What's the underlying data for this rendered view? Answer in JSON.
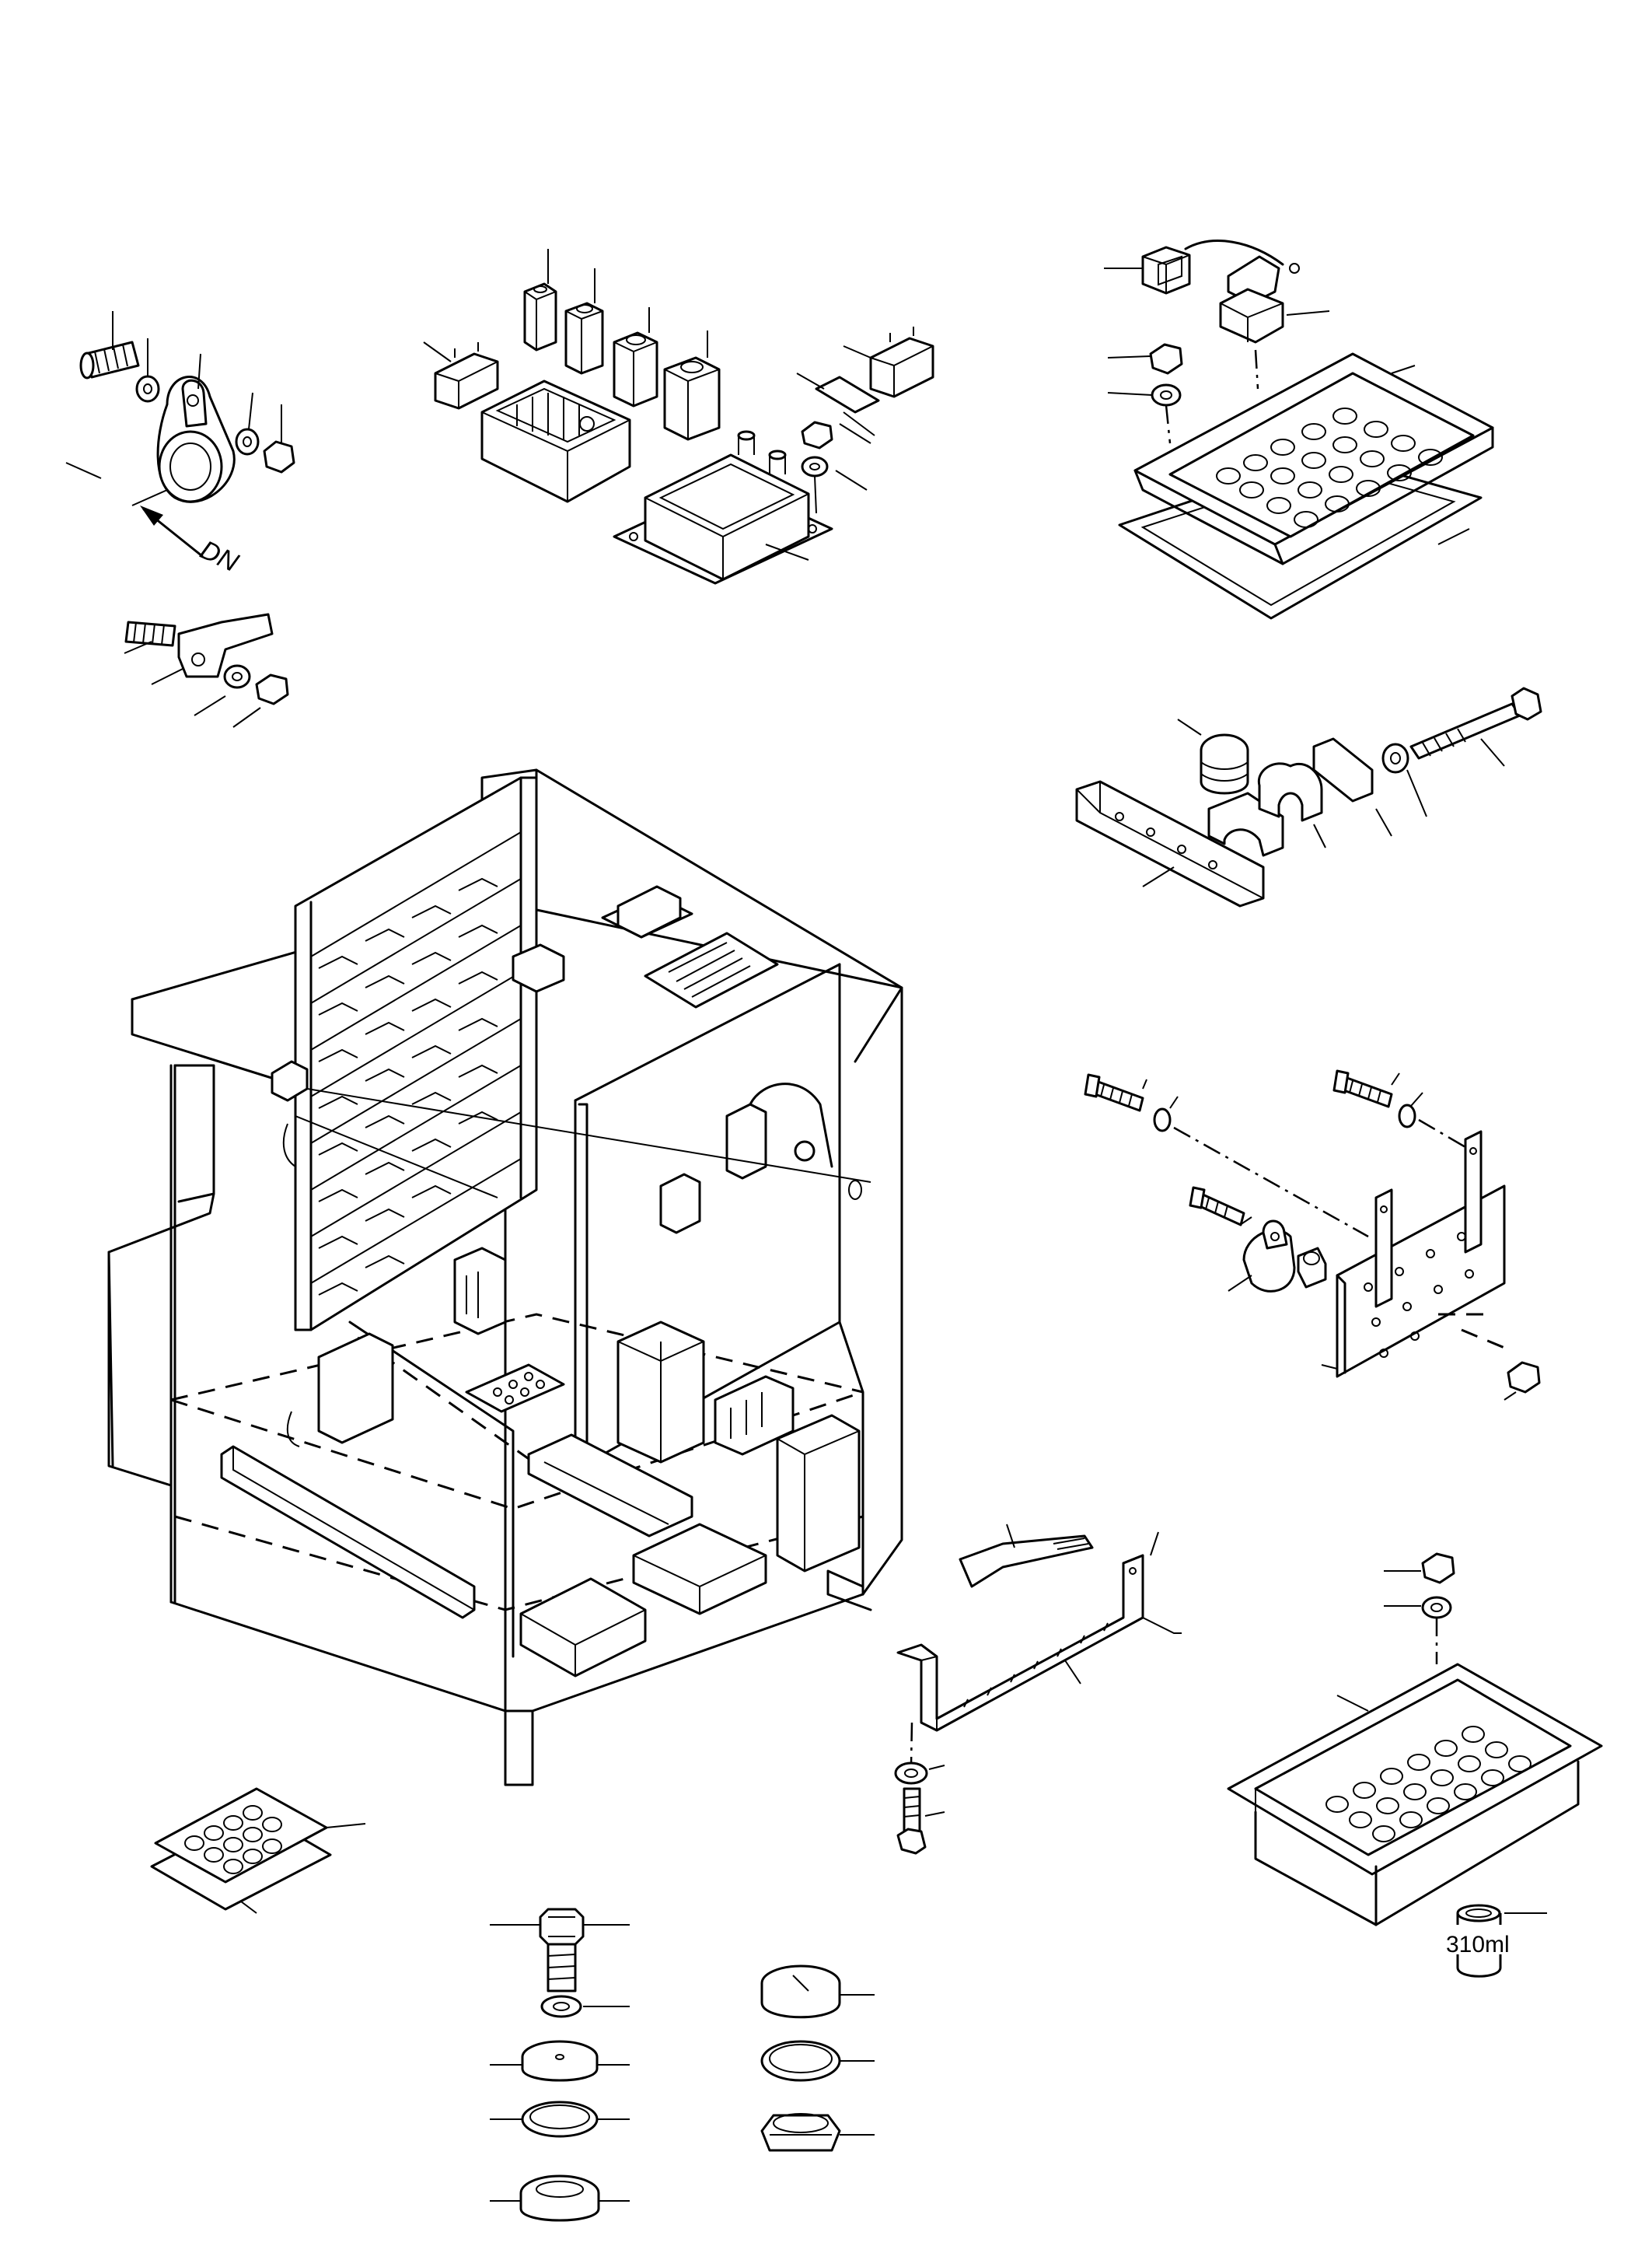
{
  "direction_label": "DN",
  "cartridge_volume_label": "310ml",
  "icons": {
    "direction_arrow": "arrow-icon",
    "parts": [
      "bolt",
      "washer",
      "nut",
      "cable-clamp",
      "relay",
      "terminal-box",
      "gland-plate",
      "gasket",
      "cable-gland",
      "mounting-bracket",
      "cable-tray",
      "plug",
      "sealant-cartridge"
    ]
  }
}
